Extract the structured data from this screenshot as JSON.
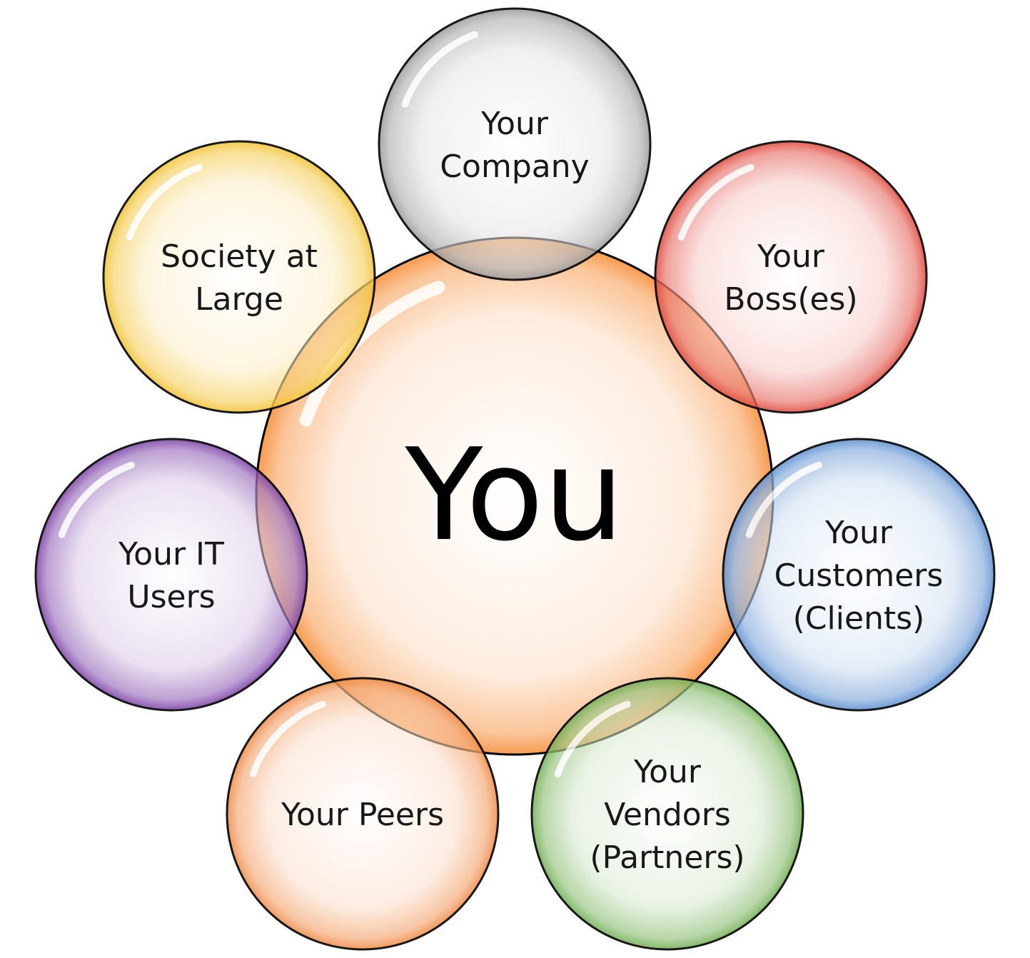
{
  "center": {
    "label": "You",
    "color": "#f79646"
  },
  "bubbles": [
    {
      "id": "company",
      "lines": [
        "Your",
        "Company"
      ],
      "color": "#9a9a9a"
    },
    {
      "id": "bosses",
      "lines": [
        "Your",
        "Boss(es)"
      ],
      "color": "#e0463a"
    },
    {
      "id": "customers",
      "lines": [
        "Your",
        "Customers",
        "(Clients)"
      ],
      "color": "#5b8fd0"
    },
    {
      "id": "vendors",
      "lines": [
        "Your",
        "Vendors",
        "(Partners)"
      ],
      "color": "#6fae50"
    },
    {
      "id": "peers",
      "lines": [
        "Your Peers"
      ],
      "color": "#f08a45"
    },
    {
      "id": "it-users",
      "lines": [
        "Your IT",
        "Users"
      ],
      "color": "#7a3fa6"
    },
    {
      "id": "society",
      "lines": [
        "Society at",
        "Large"
      ],
      "color": "#f2c230"
    }
  ]
}
